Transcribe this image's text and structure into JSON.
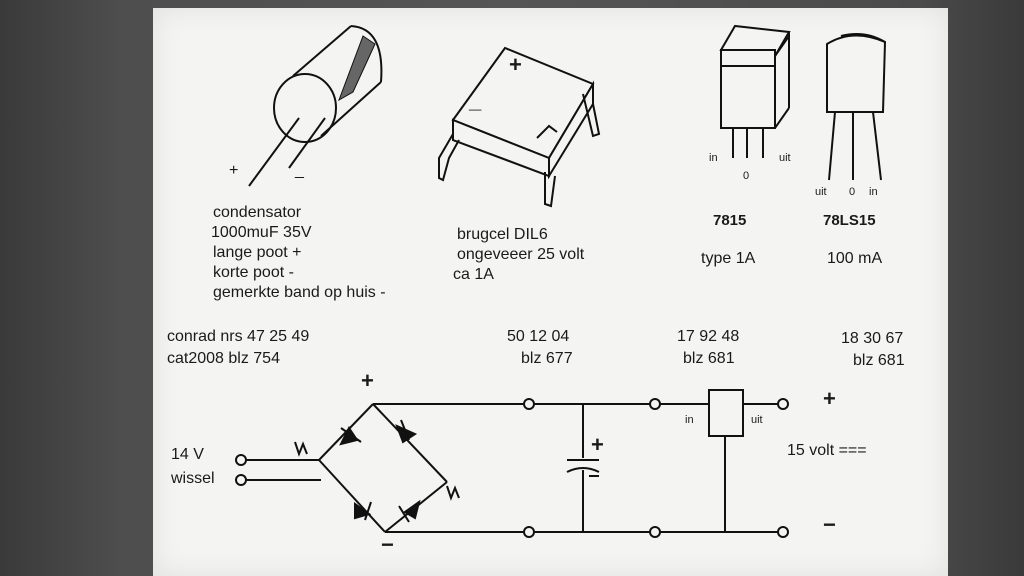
{
  "components": {
    "capacitor": {
      "lines": [
        "condensator",
        "1000muF 35V",
        "lange poot +",
        "korte poot -",
        "gemerkte band op huis  -"
      ],
      "plus_lead": "+",
      "minus_lead": "_"
    },
    "bridge": {
      "lines": [
        "brugcel DIL6",
        "ongeveeer 25 volt",
        "ca 1A"
      ],
      "pin_plus": "+",
      "pin_minus": "_"
    },
    "reg7815": {
      "name": "7815",
      "spec": "type 1A",
      "pin_in": "in",
      "pin_gnd": "0",
      "pin_out": "uit"
    },
    "reg78ls15": {
      "name": "78LS15",
      "spec": "100 mA",
      "pin_out": "uit",
      "pin_gnd": "0",
      "pin_in": "in"
    }
  },
  "conrad": {
    "label_line1": "conrad nrs  47 25 49",
    "label_line2": "cat2008 blz 754",
    "bridge_nr": "50 12 04",
    "bridge_page": "blz 677",
    "reg_nr": "17 92 48",
    "reg_page": "blz 681",
    "ls_nr": "18 30 67",
    "ls_page": "blz 681"
  },
  "schematic": {
    "input_volt": "14 V",
    "input_type": "wissel",
    "bridge_plus": "+",
    "bridge_minus": "−",
    "cap_plus": "+",
    "reg_in": "in",
    "reg_out": "uit",
    "out_plus": "+",
    "out_minus": "−",
    "output": "15 volt ==="
  }
}
